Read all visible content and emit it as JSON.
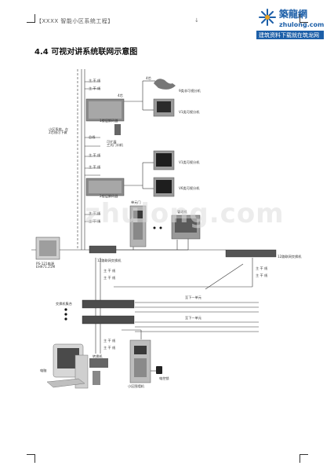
{
  "header": {
    "doc_title": "【XXXX 智能小区系统工程】",
    "mark": "↓"
  },
  "logo": {
    "name_cn": "築龍網",
    "domain": "zhulong.com",
    "slogan": "建筑资料下载就在筑龙网",
    "icon": "snowflake-logo-icon"
  },
  "section": {
    "number": "4.4",
    "title": "可视对讲系统联网示意图"
  },
  "watermark": "zhulong.com",
  "labels": {
    "main_line": "主 干 线",
    "four_core": "4芯",
    "bus": "总线",
    "indoor_audio": "9类非可视分机",
    "indoor_video_1": "V1类可视分机",
    "indoor_video_2": "V1类可视分机",
    "indoor_video_3": "V6类可视分机",
    "floor_decoder": "1楼层解码器",
    "floor_decoder_2": "2楼层解码器",
    "expander": "可扩展\n三式门口机",
    "building_note": "小区系统，在\n2芯线可下做",
    "unit_door": "单元门",
    "management": "管理机",
    "switch_12": "12路联网交换机",
    "switch_12b": "12路联网交换机",
    "ps_device": "PS-121电源\nEH971.21M",
    "go_next_1": "至下一单元",
    "go_next_2": "至下一单元",
    "switch_dist": "交换机集合",
    "computer": "电脑",
    "converter": "转换机",
    "area_door": "小区围墙机",
    "power": "电控锁"
  }
}
